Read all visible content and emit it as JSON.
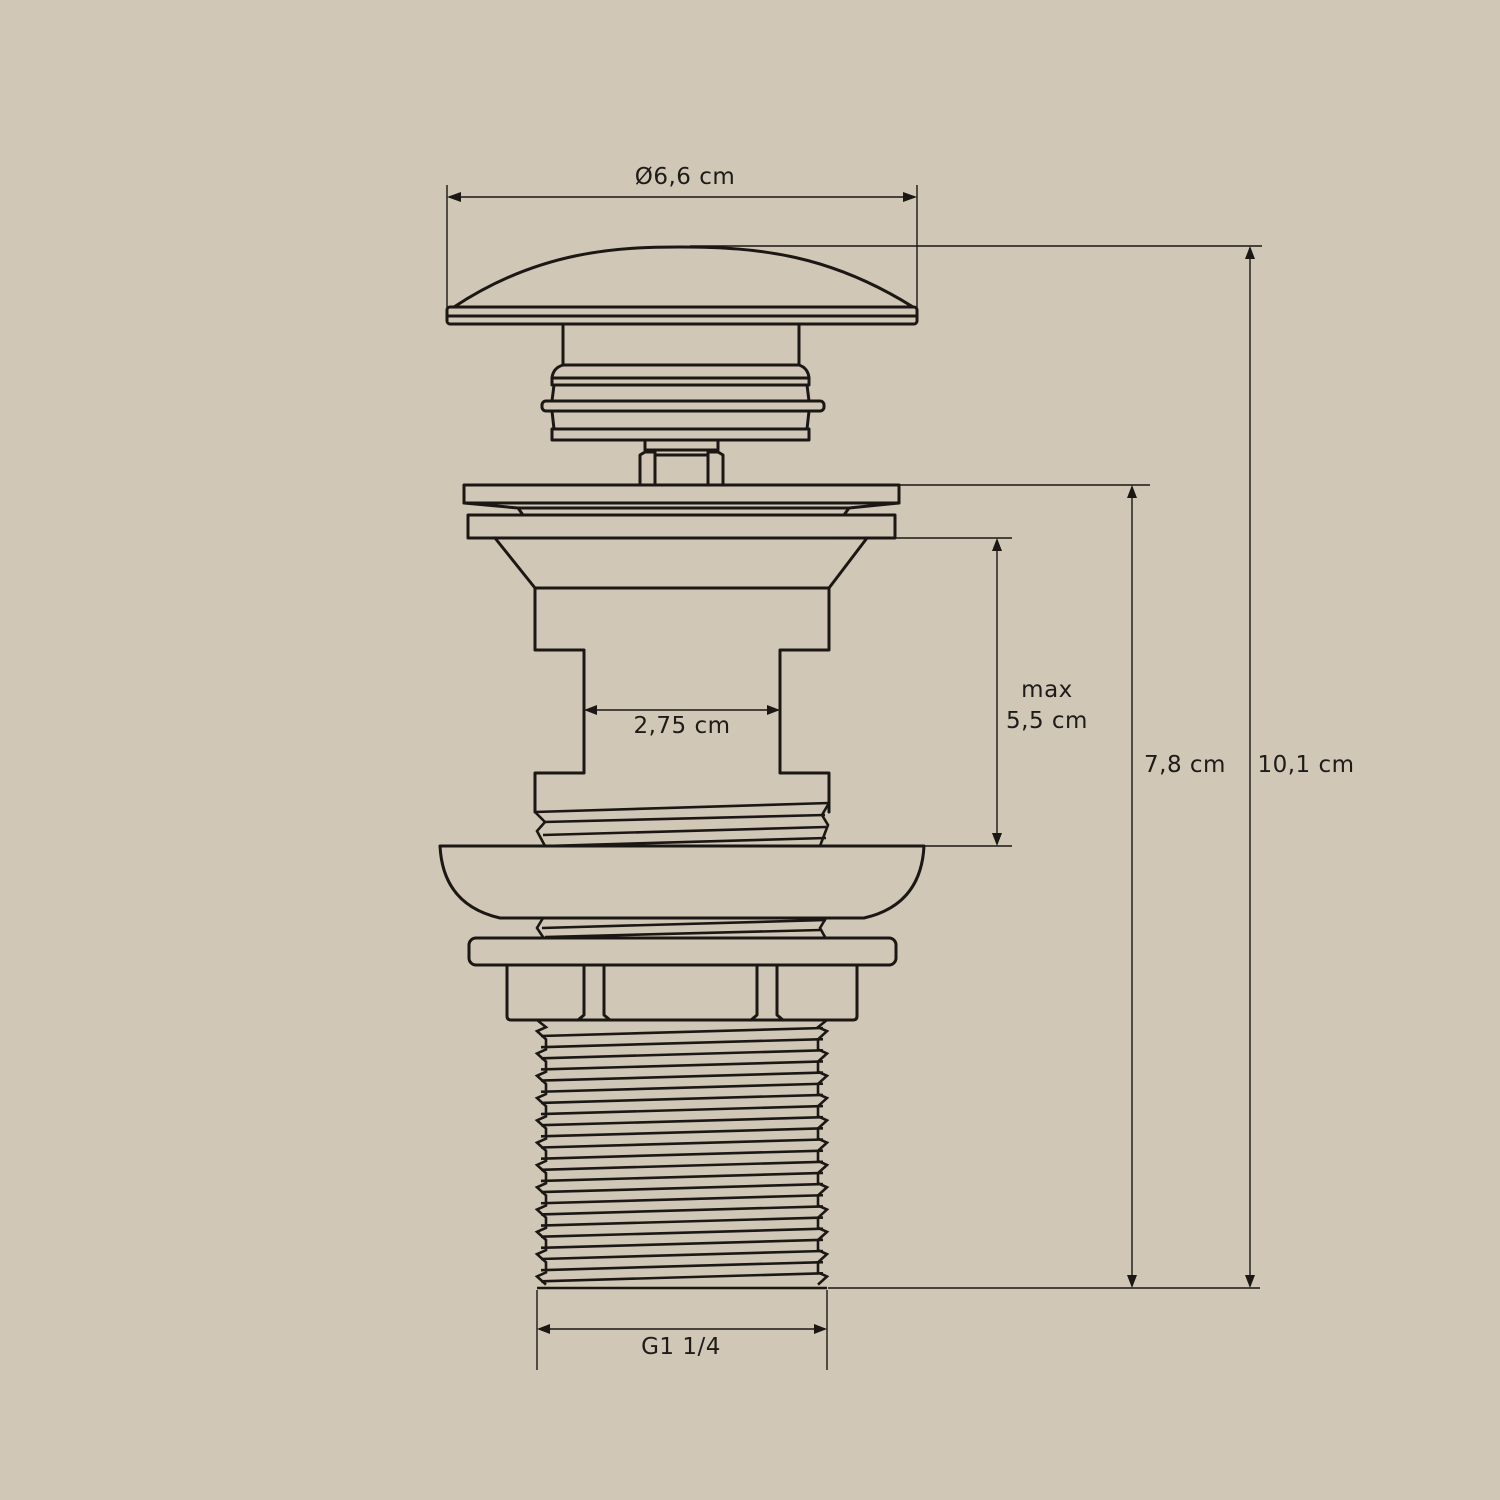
{
  "diagram": {
    "type": "technical-drawing",
    "subject": "pop-up drain valve with threaded tail",
    "background_color": "#d1c7b7",
    "line_color": "#1a1714",
    "dimensions": {
      "cap_diameter": {
        "label": "Ø6,6 cm",
        "orientation": "horizontal"
      },
      "inner_body_width": {
        "label": "2,75 cm",
        "orientation": "horizontal"
      },
      "max_clamping": {
        "line1": "max",
        "line2": "5,5 cm",
        "orientation": "vertical"
      },
      "flange_to_bottom": {
        "label": "7,8 cm",
        "orientation": "vertical"
      },
      "total_height": {
        "label": "10,1 cm",
        "orientation": "vertical"
      },
      "thread_size": {
        "label": "G1 1/4",
        "orientation": "horizontal"
      }
    },
    "parts": [
      "dome-cap",
      "cap-stem-with-seals",
      "plunger-pin",
      "top-flange",
      "conical-body",
      "stepped-body",
      "upper-thread",
      "basin-washer",
      "ring-washer",
      "lock-nut",
      "threaded-tail"
    ]
  }
}
